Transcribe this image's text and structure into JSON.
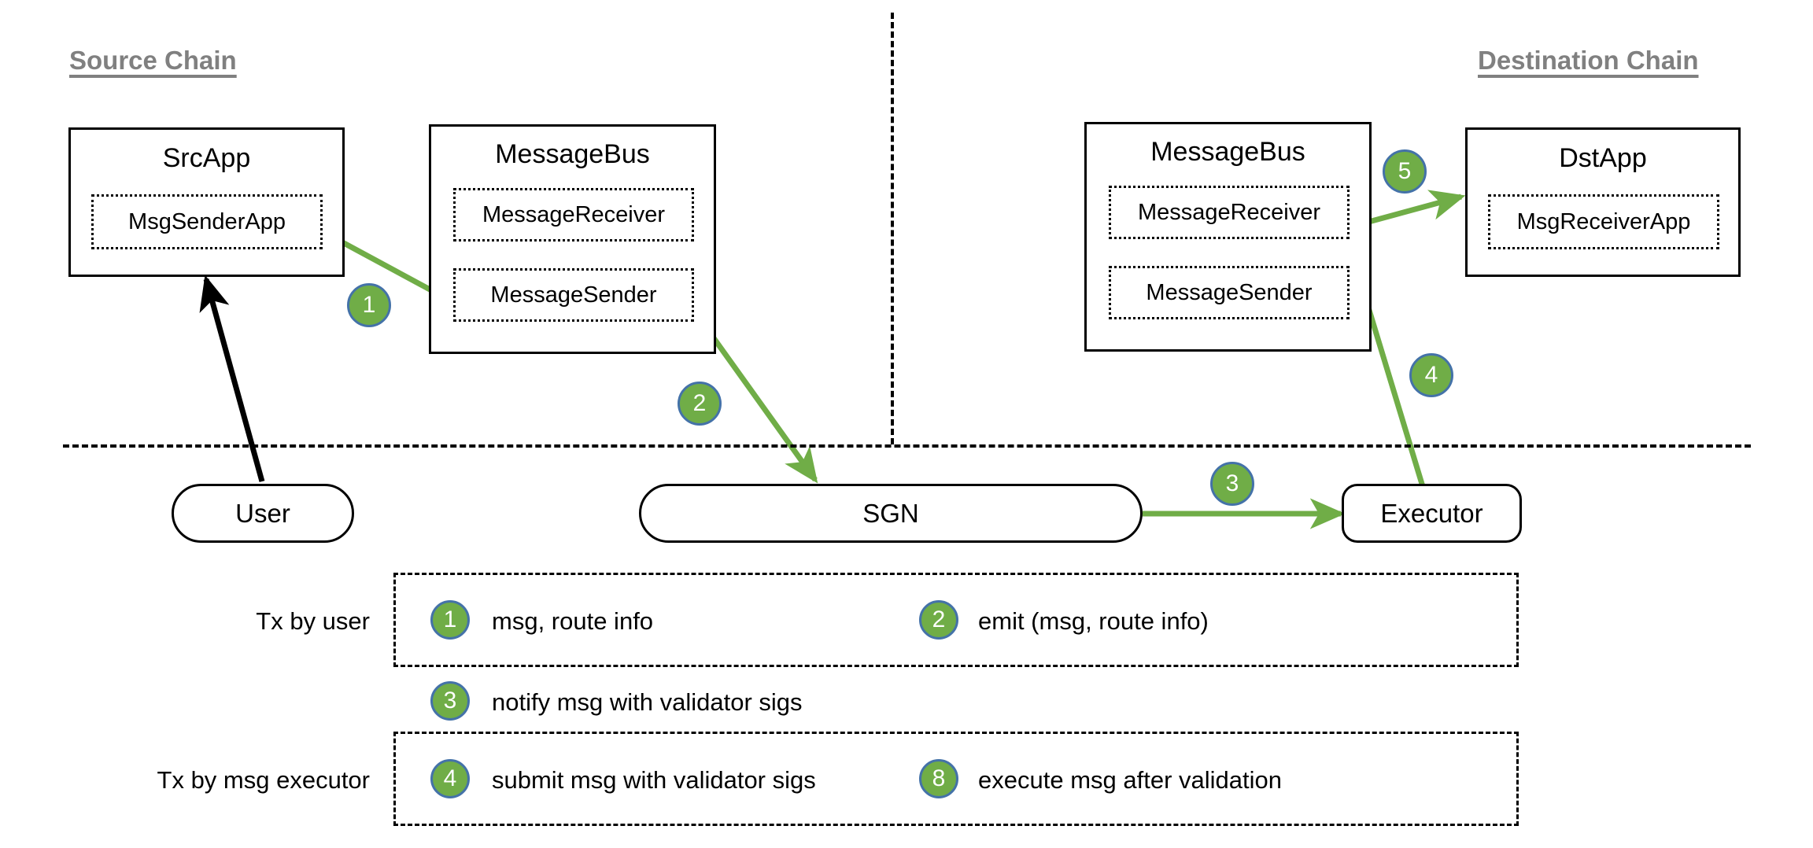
{
  "diagram": {
    "title_source_chain": "Source Chain",
    "title_destination_chain": "Destination Chain",
    "accent_green": "#70AD47",
    "badge_ring_blue": "#4472A8",
    "heading_gray": "#808080",
    "line_black": "#000000"
  },
  "source_chain": {
    "src_app": {
      "title": "SrcApp",
      "module": "MsgSenderApp"
    },
    "message_bus": {
      "title": "MessageBus",
      "module_receiver": "MessageReceiver",
      "module_sender": "MessageSender"
    }
  },
  "destination_chain": {
    "message_bus": {
      "title": "MessageBus",
      "module_receiver": "MessageReceiver",
      "module_sender": "MessageSender"
    },
    "dst_app": {
      "title": "DstApp",
      "module": "MsgReceiverApp"
    }
  },
  "offchain": {
    "user": "User",
    "sgn": "SGN",
    "executor": "Executor"
  },
  "flow_badges": {
    "step1": "1",
    "step2": "2",
    "step3": "3",
    "step4": "4",
    "step5": "5"
  },
  "legend": {
    "row_tx_by_user_label": "Tx by user",
    "row_tx_by_executor_label": "Tx by msg executor",
    "items": [
      {
        "badge": "1",
        "text": "msg, route info"
      },
      {
        "badge": "2",
        "text": "emit (msg, route info)"
      },
      {
        "badge": "3",
        "text": "notify msg with validator sigs"
      },
      {
        "badge": "4",
        "text": "submit msg with validator sigs"
      },
      {
        "badge": "8",
        "text": "execute msg after validation"
      }
    ]
  }
}
